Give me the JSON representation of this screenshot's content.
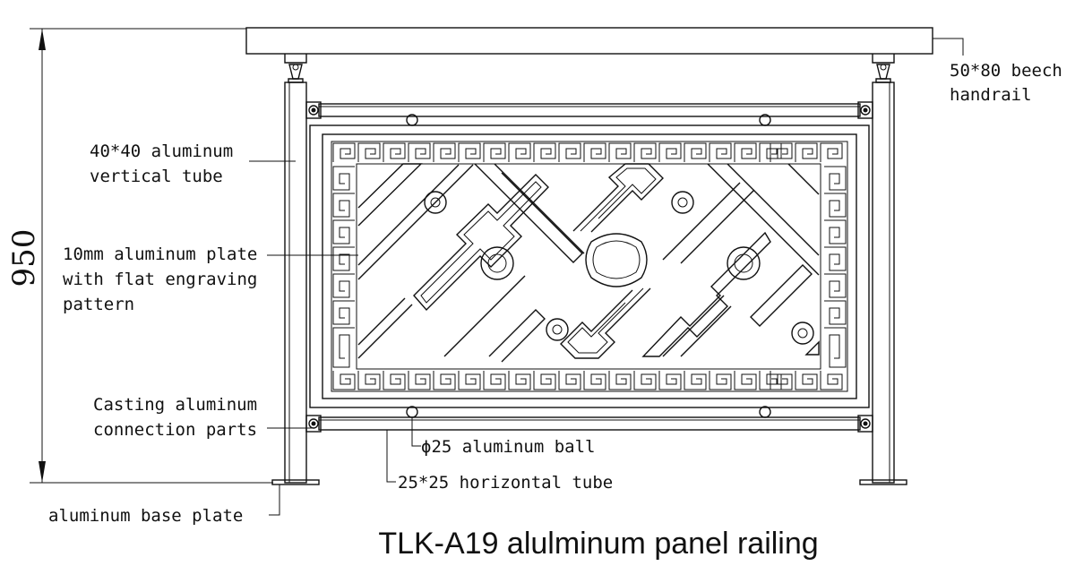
{
  "dimension": {
    "value": "950"
  },
  "labels": {
    "handrail_line1": "50*80 beech",
    "handrail_line2": "handrail",
    "vertical_tube_line1": "40*40 aluminum",
    "vertical_tube_line2": "vertical tube",
    "plate_line1": "10mm aluminum plate",
    "plate_line2": "with flat engraving",
    "plate_line3": "pattern",
    "casting_line1": "Casting aluminum",
    "casting_line2": "connection parts",
    "ball": "ϕ25 aluminum ball",
    "horizontal_tube": "25*25 horizontal tube",
    "base_plate": "aluminum base plate"
  },
  "title": "TLK-A19 alulminum panel railing"
}
